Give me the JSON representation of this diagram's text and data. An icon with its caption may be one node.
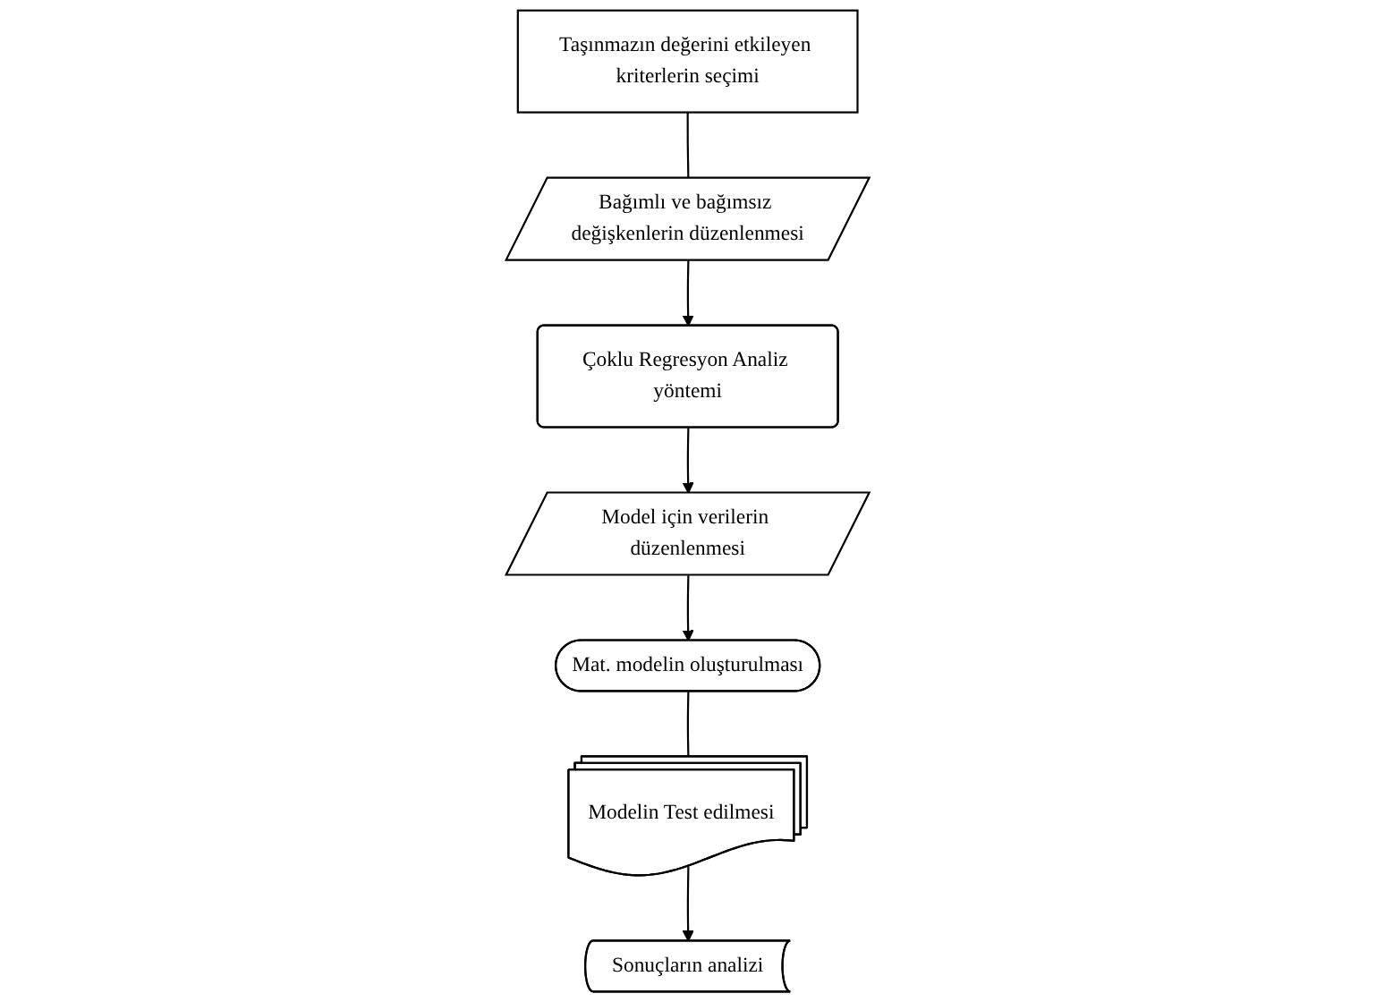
{
  "diagram": {
    "nodes": [
      {
        "text": [
          "Taşınmazın değerini etkileyen kriterlerin seçimi"
        ]
      },
      {
        "text": [
          "Bağımlı ve bağımsız değişkenlerin düzenlenmesi"
        ]
      },
      {
        "text": [
          "Çoklu Regresyon Analiz yöntemi"
        ]
      },
      {
        "text": [
          "Modelin Test edilmesi"
        ]
      },
      {
        "text": [
          "Model için verilerin düzenlenmesi"
        ]
      },
      {
        "text": [
          "Mat. modelin oluşturulması"
        ]
      },
      {
        "text": [
          "Sonuçların analizi"
        ]
      }
    ],
    "edges": [
      {
        "from": 0,
        "to": 1,
        "arrow": "none"
      },
      {
        "from": 1,
        "to": 2,
        "arrow": "to"
      },
      {
        "from": 2,
        "to": 4,
        "arrow": "to"
      },
      {
        "from": 4,
        "to": 5,
        "arrow": "to"
      },
      {
        "from": 5,
        "to": 3,
        "arrow": "none"
      },
      {
        "from": 3,
        "to": 6,
        "arrow": "to"
      }
    ]
  }
}
